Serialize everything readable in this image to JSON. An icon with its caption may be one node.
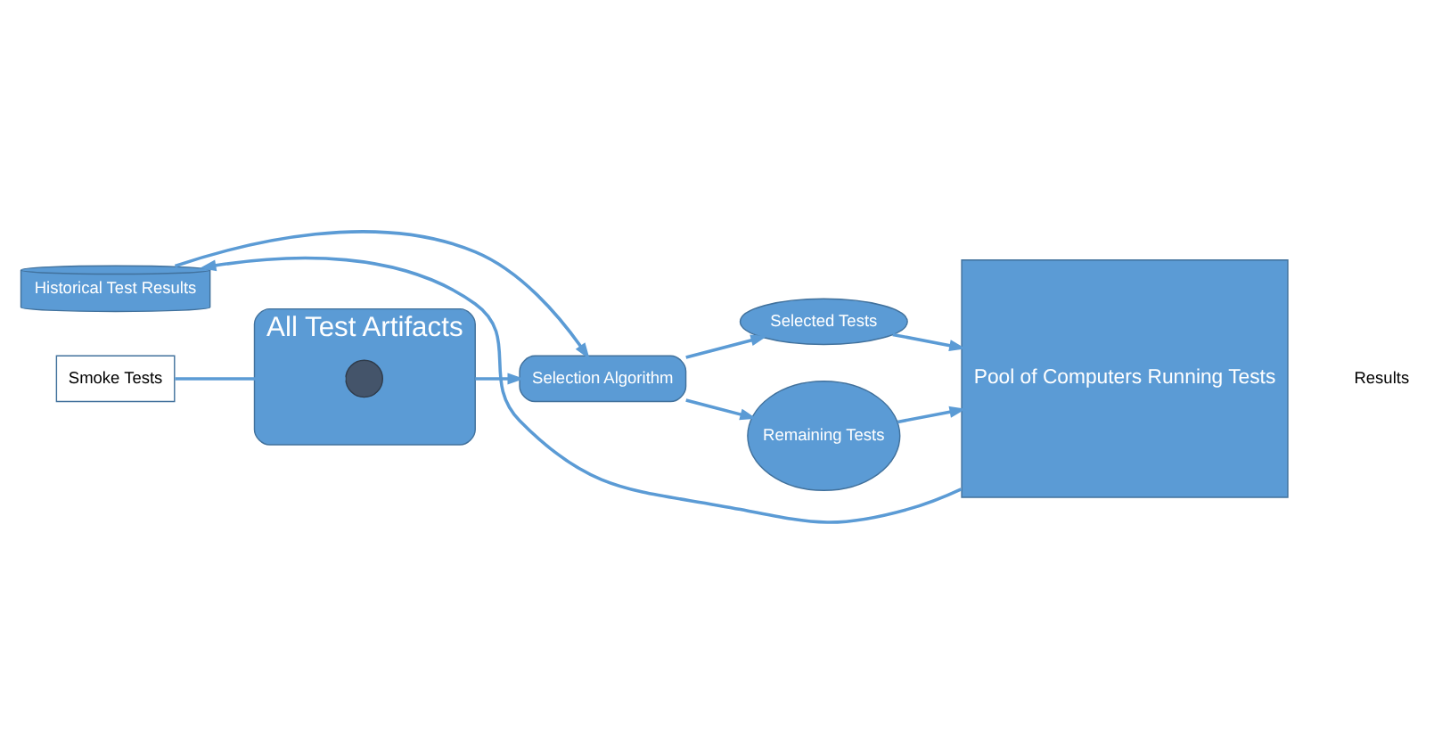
{
  "diagram": {
    "nodes": [
      {
        "text": [
          "All Test Artifacts"
        ]
      },
      {
        "text": [],
        "shape": "circle",
        "in": 0
      },
      {
        "text": [
          "Smoke Tests"
        ]
      },
      {
        "text": [
          "Selection Algorithm"
        ]
      },
      {
        "text": [
          "Historical Test Results"
        ]
      },
      {
        "text": [
          "Selected Tests"
        ]
      },
      {
        "text": [
          "Remaining Tests"
        ]
      },
      {
        "text": [
          "Pool of Computers Running Tests"
        ]
      }
    ],
    "edges": [
      {
        "from": 0,
        "to": 3,
        "arrow": "to"
      },
      {
        "from": 2,
        "to": 1,
        "arrow": "none"
      },
      {
        "from": 4,
        "to": 3,
        "arrow": "to"
      },
      {
        "from": 3,
        "to": 5,
        "arrow": "to"
      },
      {
        "from": 3,
        "to": 6,
        "arrow": "to"
      },
      {
        "from": 5,
        "to": 7,
        "arrow": "to"
      },
      {
        "from": 6,
        "to": 7,
        "arrow": "to"
      },
      {
        "from": 7,
        "to": 4,
        "arrow": "to"
      }
    ],
    "labels": [
      "Results"
    ]
  }
}
